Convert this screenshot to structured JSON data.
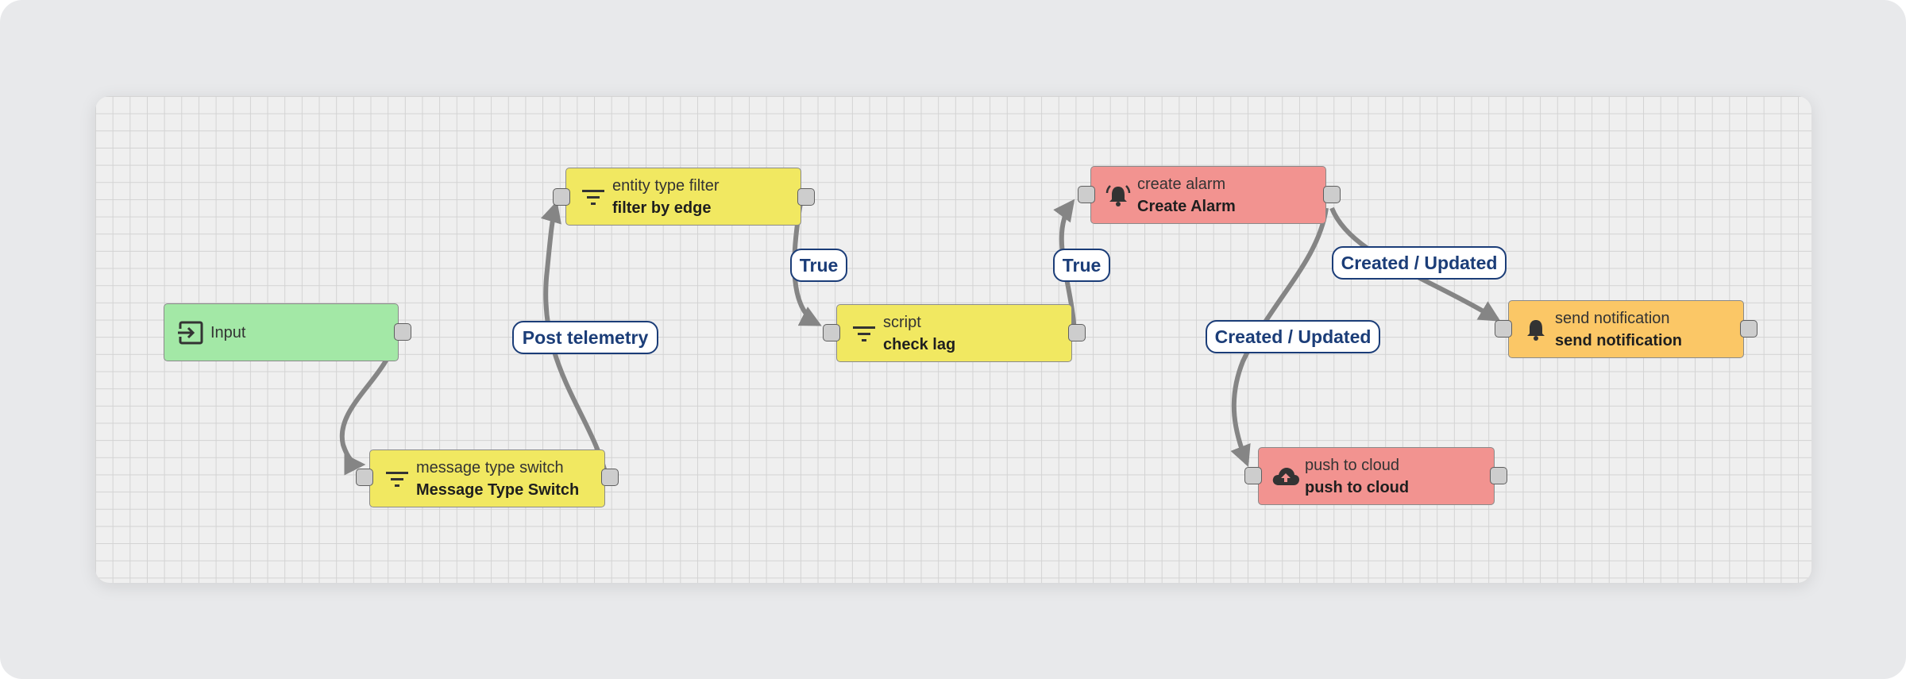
{
  "colors": {
    "input_node": "#a3e8a6",
    "filter_node": "#f1e861",
    "action_node": "#f29390",
    "notify_node": "#fbc766",
    "link": "#858585",
    "label_border": "#1b3d78"
  },
  "nodes": {
    "input": {
      "type": "Input",
      "icon": "login-icon"
    },
    "message_type_switch": {
      "type": "message type switch",
      "name": "Message Type Switch",
      "icon": "filter-icon"
    },
    "entity_type_filter": {
      "type": "entity type filter",
      "name": "filter by edge",
      "icon": "filter-icon"
    },
    "script": {
      "type": "script",
      "name": "check lag",
      "icon": "filter-icon"
    },
    "create_alarm": {
      "type": "create alarm",
      "name": "Create Alarm",
      "icon": "alarm-bell-icon"
    },
    "send_notification": {
      "type": "send notification",
      "name": "send notification",
      "icon": "bell-icon"
    },
    "push_to_cloud": {
      "type": "push to cloud",
      "name": "push to cloud",
      "icon": "cloud-upload-icon"
    }
  },
  "links": {
    "post_telemetry": "Post telemetry",
    "true_1": "True",
    "true_2": "True",
    "created_updated_1": "Created / Updated",
    "created_updated_2": "Created / Updated"
  }
}
